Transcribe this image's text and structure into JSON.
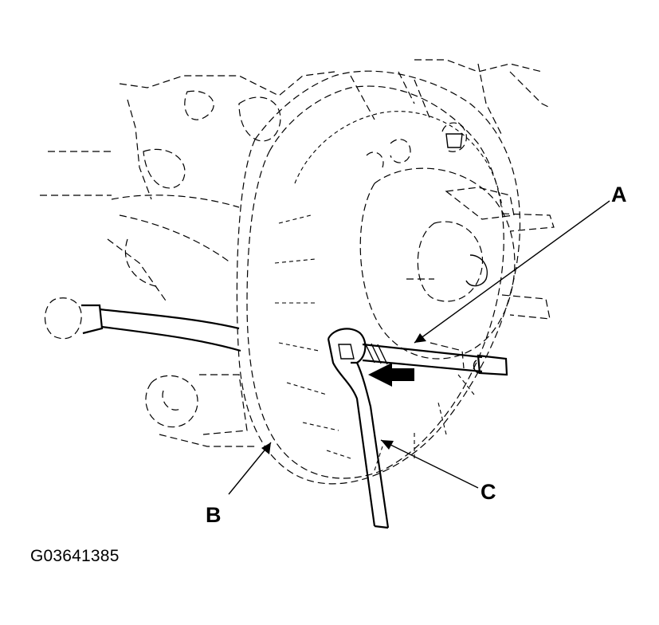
{
  "labels": {
    "a": "A",
    "b": "B",
    "c": "C"
  },
  "figure_id": "G03641385"
}
